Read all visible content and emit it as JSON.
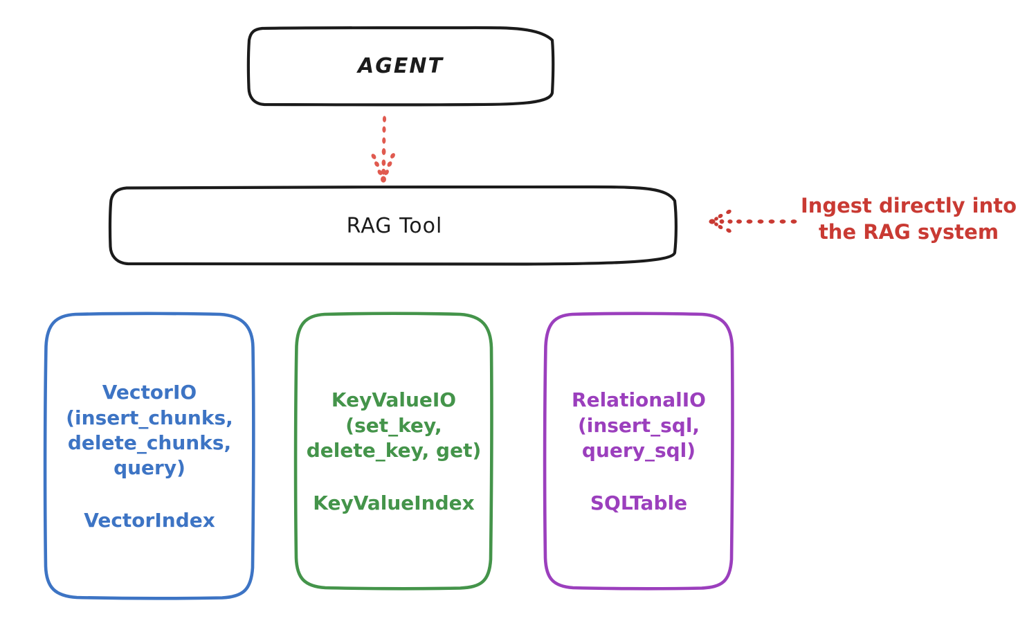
{
  "diagram": {
    "background_color": "#ffffff",
    "nodes": {
      "agent": {
        "label": "AGENT",
        "stroke_color": "#1b1b1b"
      },
      "rag_tool": {
        "label": "RAG Tool",
        "stroke_color": "#1b1b1b"
      },
      "vector_io": {
        "api_signature": "VectorIO\n(insert_chunks,\ndelete_chunks,\nquery)",
        "index_name": "VectorIndex",
        "color": "#3d74c4"
      },
      "key_value_io": {
        "api_signature": "KeyValueIO\n(set_key,\ndelete_key, get)",
        "index_name": "KeyValueIndex",
        "color": "#44944a"
      },
      "relational_io": {
        "api_signature": "RelationalIO\n(insert_sql,\nquery_sql)",
        "index_name": "SQLTable",
        "color": "#9b3fbd"
      }
    },
    "annotations": {
      "ingest": {
        "text": "Ingest directly into\nthe RAG system",
        "color": "#c93a33"
      }
    },
    "connectors": {
      "agent_to_rag_tool": {
        "style": "dotted",
        "direction": "down",
        "color": "#e05a4f"
      },
      "ingest_to_rag_tool": {
        "style": "dotted",
        "direction": "left",
        "color": "#c93a33"
      }
    }
  }
}
